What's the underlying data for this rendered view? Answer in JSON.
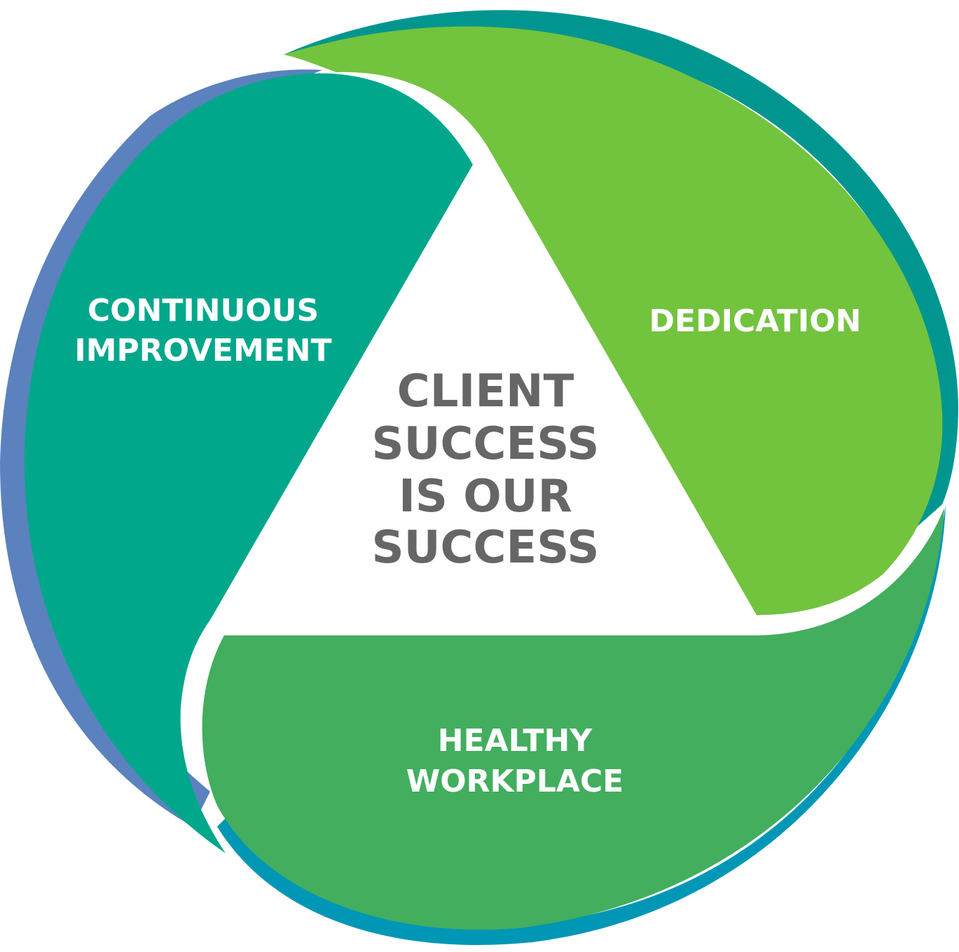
{
  "colors": {
    "continuous_improvement": "#00A78B",
    "continuous_improvement_edge": "#5B82BE",
    "dedication": "#72C33E",
    "dedication_edge": "#00968F",
    "healthy_workplace": "#42AE5E",
    "healthy_workplace_edge": "#0097B6",
    "center_text": "#666666"
  },
  "segments": {
    "continuous_improvement": {
      "line1": "CONTINUOUS",
      "line2": "IMPROVEMENT"
    },
    "dedication": {
      "line1": "DEDICATION"
    },
    "healthy_workplace": {
      "line1": "HEALTHY",
      "line2": "WORKPLACE"
    }
  },
  "center": {
    "line1": "CLIENT",
    "line2": "SUCCESS",
    "line3": "IS OUR",
    "line4": "SUCCESS"
  }
}
